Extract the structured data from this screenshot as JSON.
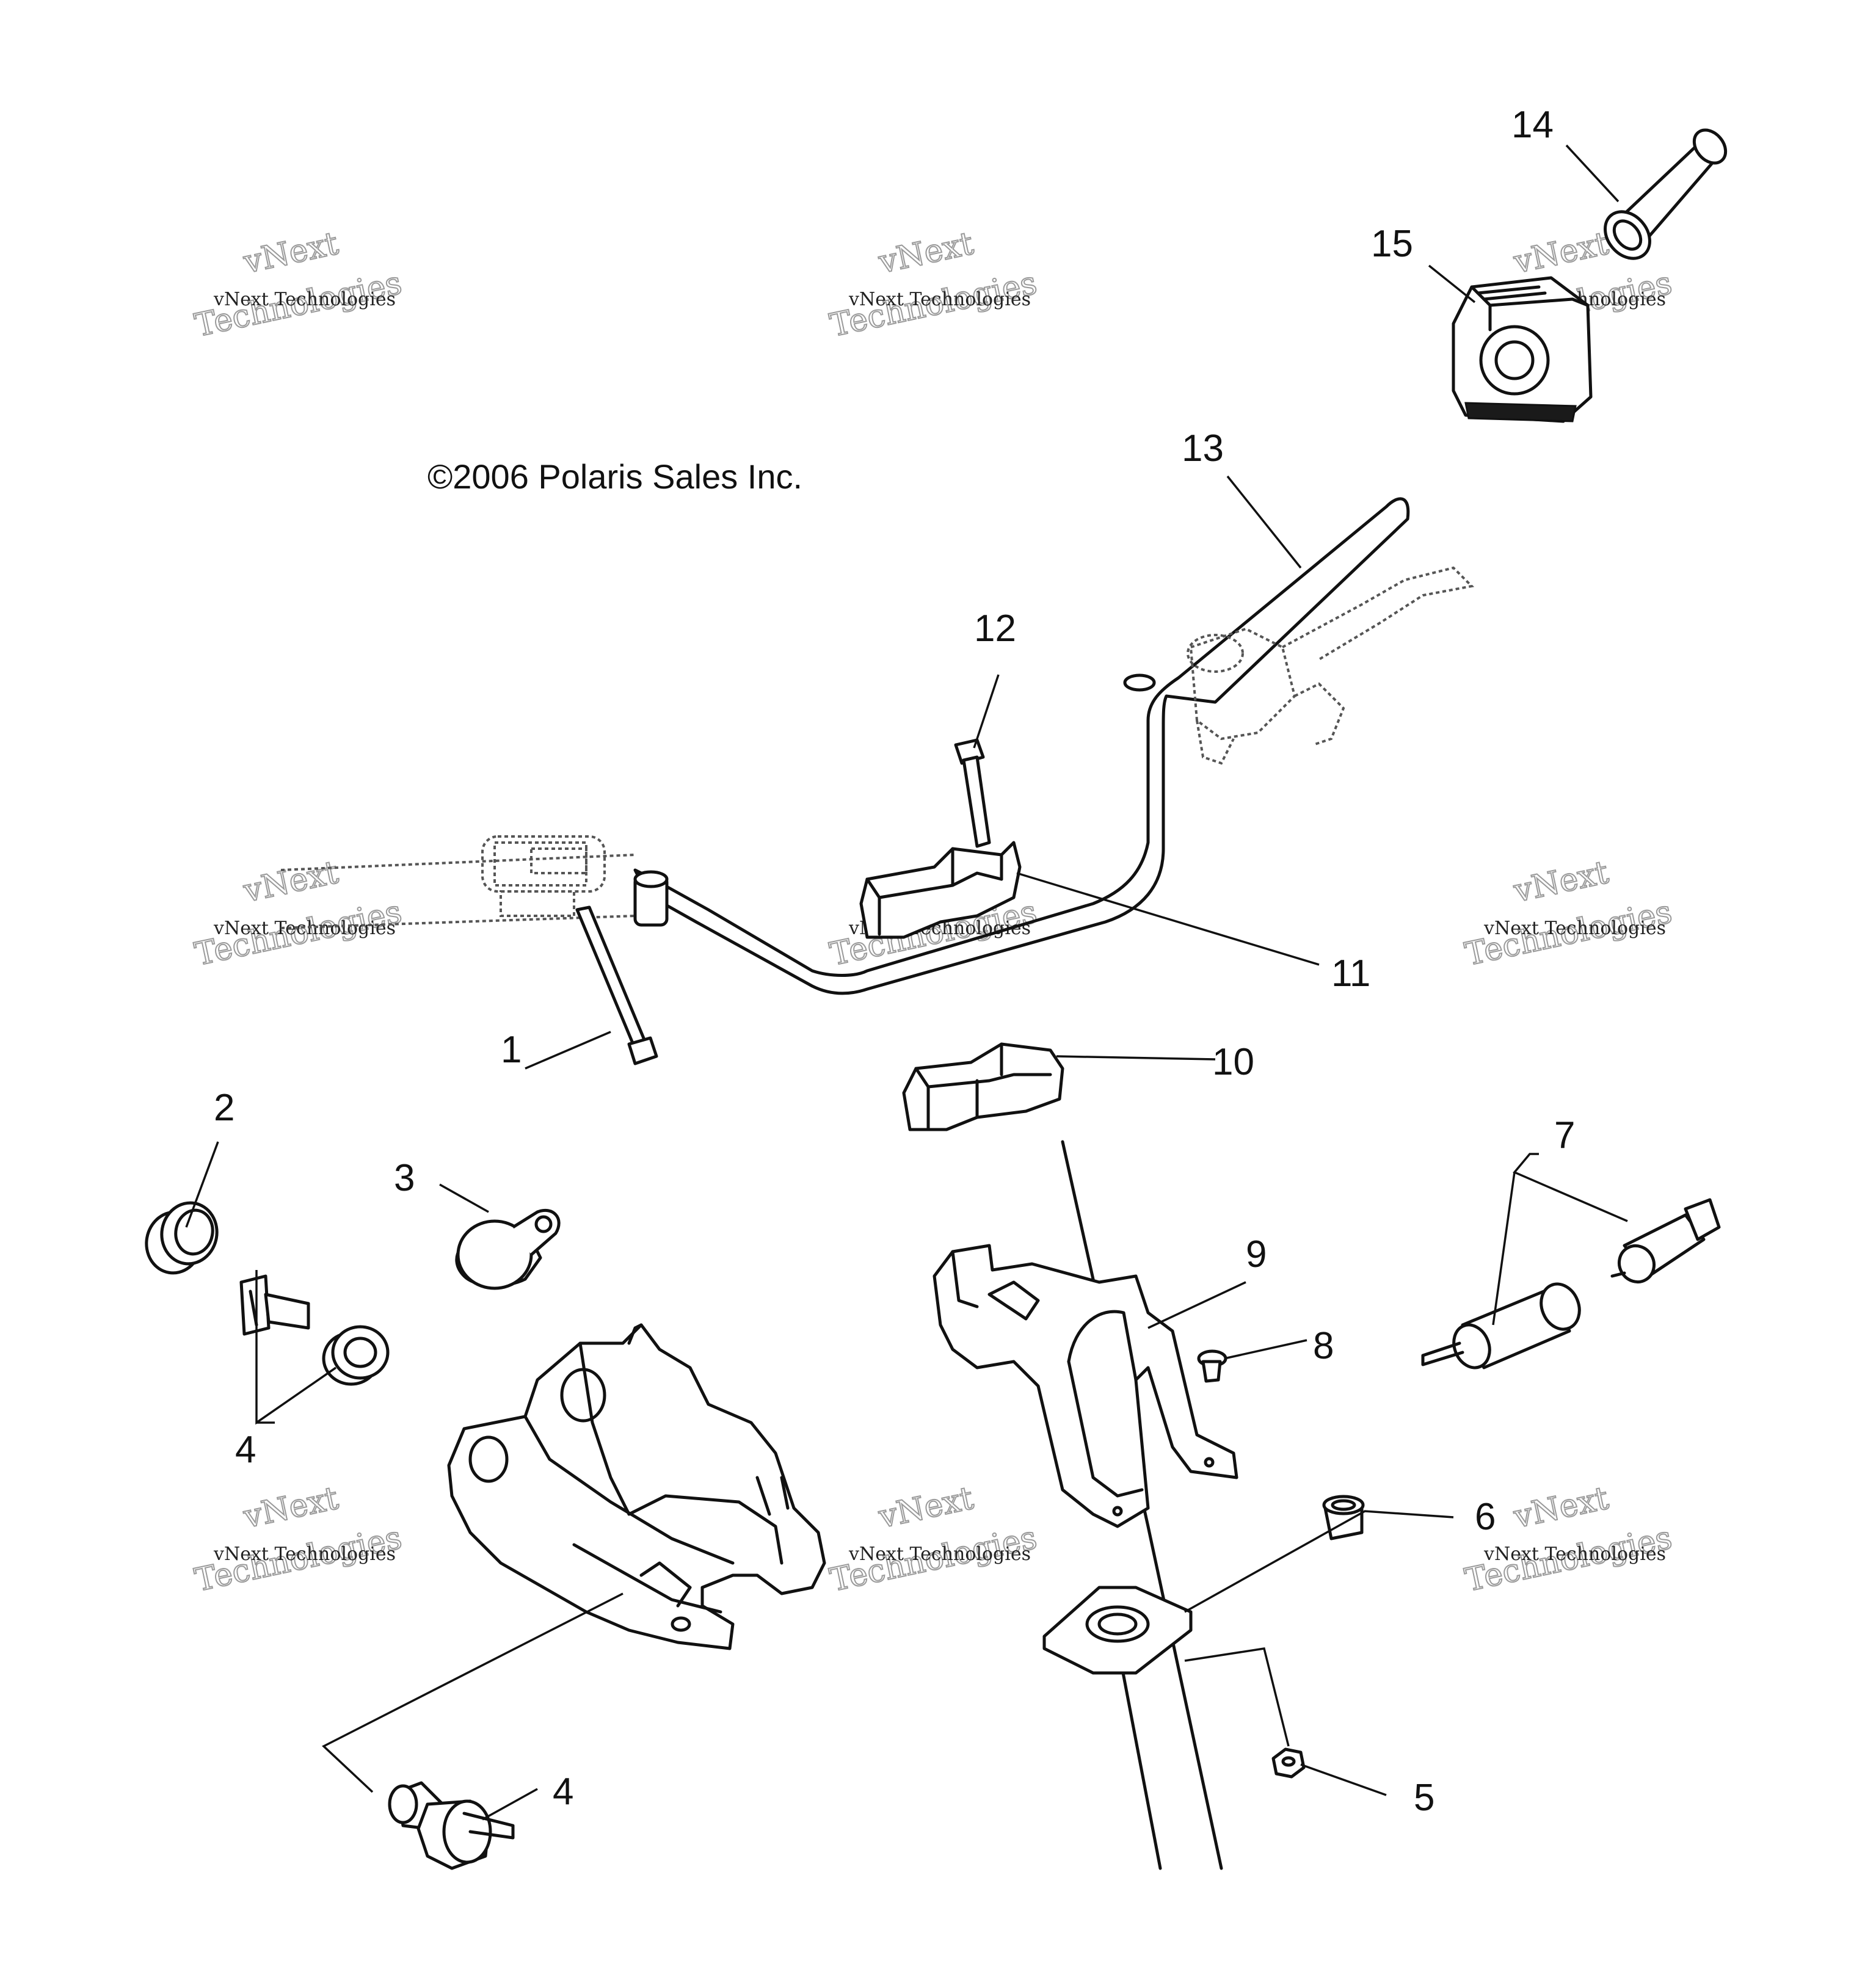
{
  "copyright": "©2006 Polaris Sales Inc.",
  "watermark": {
    "small": "vNext Technologies",
    "big_line1": "vNext",
    "big_line2": "Technologies"
  },
  "callouts": [
    "1",
    "2",
    "3",
    "4",
    "4",
    "5",
    "6",
    "7",
    "8",
    "9",
    "10",
    "11",
    "12",
    "13",
    "14",
    "15"
  ]
}
